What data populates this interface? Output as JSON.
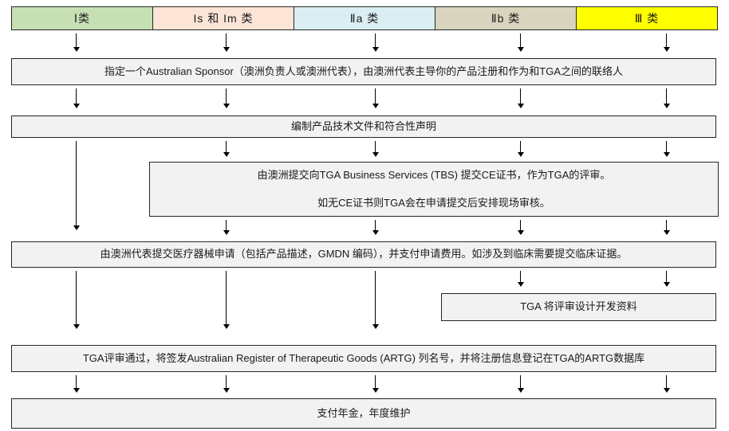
{
  "header": {
    "classes": [
      {
        "label": "Ⅰ类",
        "color": "#c6e0b4"
      },
      {
        "label": "Is 和 Im 类",
        "color": "#fce4d6"
      },
      {
        "label": "Ⅱa 类",
        "color": "#daeef3"
      },
      {
        "label": "Ⅱb 类",
        "color": "#d9d4bd"
      },
      {
        "label": "Ⅲ 类",
        "color": "#ffff00"
      }
    ]
  },
  "steps": {
    "sponsor": "指定一个Australian Sponsor（澳洲负责人或澳洲代表），由澳洲代表主导你的产品注册和作为和TGA之间的联络人",
    "tech_file": "编制产品技术文件和符合性声明",
    "tbs_line1": "由澳洲提交向TGA Business Services (TBS) 提交CE证书，作为TGA的评审。",
    "tbs_line2": "如无CE证书则TGA会在申请提交后安排现场审核。",
    "application": "由澳洲代表提交医疗器械申请（包括产品描述，GMDN 编码），并支付申请费用。如涉及到临床需要提交临床证据。",
    "design_review": "TGA 将评审设计开发资料",
    "artg_listing": "TGA评审通过，将签发Australian Register of Therapeutic Goods (ARTG) 列名号，并将注册信息登记在TGA的ARTG数据库",
    "annual_fee": "支付年金，年度维护"
  },
  "colors": {
    "box_fill": "#f2f2f2",
    "box_border": "#262626",
    "arrow": "#000000"
  }
}
